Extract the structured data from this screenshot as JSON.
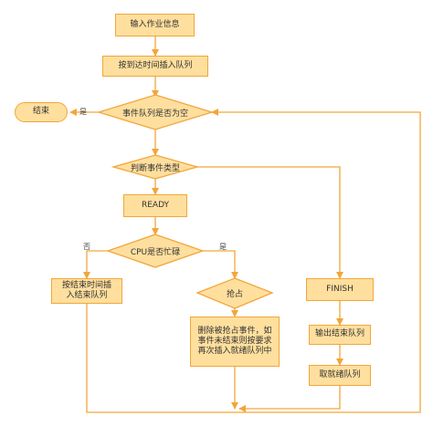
{
  "colors": {
    "node_fill": "#ffdf9e",
    "node_border": "#f2a63a",
    "connector": "#f2a63a",
    "text": "#333333"
  },
  "nodes": {
    "input_job": "输入作业信息",
    "insert_by_arrival": "按到达时间插入队列",
    "queue_empty": "事件队列是否为空",
    "end": "结束",
    "judge_event_type": "判断事件类型",
    "ready": "READY",
    "cpu_busy": "CPU是否忙碌",
    "insert_end_queue": "按结束时间插入结束队列",
    "preempt": "抢占",
    "delete_preempted": "删除被抢占事件，如事件未结束则按要求再次插入就绪队列中",
    "finish": "FINISH",
    "output_end_queue": "输出结束队列",
    "fetch_ready_queue": "取就绪队列"
  },
  "edge_labels": {
    "queue_empty_yes": "是",
    "cpu_busy_no": "否",
    "cpu_busy_yes": "是"
  }
}
